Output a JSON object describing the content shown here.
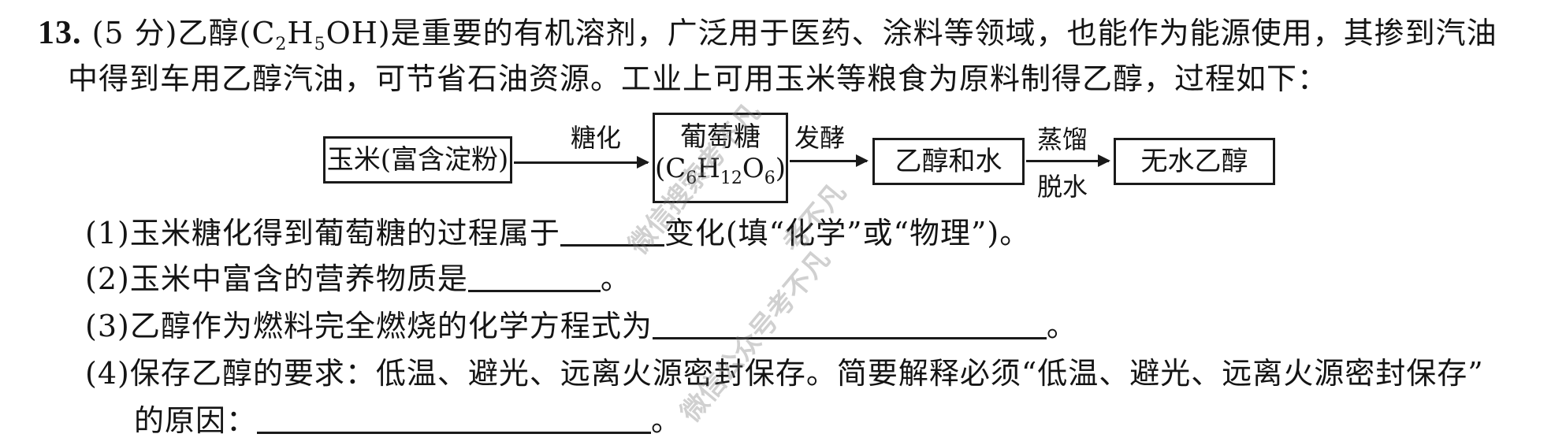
{
  "question": {
    "number": "13.",
    "score": "(5 分)",
    "intro_line1_a": "乙醇(C",
    "intro_sub1": "2",
    "intro_line1_b": "H",
    "intro_sub2": "5",
    "intro_line1_c": "OH)是重要的有机溶剂，广泛用于医药、涂料等领域，也能作为能源使用，其掺到汽油",
    "intro_line2": "中得到车用乙醇汽油，可节省石油资源。工业上可用玉米等粮食为原料制得乙醇，过程如下："
  },
  "diagram": {
    "boxes": [
      {
        "label": "玉米(富含淀粉)"
      },
      {
        "label": "葡萄糖",
        "formula_a": "(C",
        "formula_sub1": "6",
        "formula_b": "H",
        "formula_sub2": "12",
        "formula_c": "O",
        "formula_sub3": "6",
        "formula_d": ")"
      },
      {
        "label": "乙醇和水"
      },
      {
        "label": "无水乙醇"
      }
    ],
    "arrows": [
      {
        "top_label": "糖化",
        "bottom_label": ""
      },
      {
        "top_label": "发酵",
        "bottom_label": ""
      },
      {
        "top_label": "蒸馏",
        "bottom_label": "脱水"
      }
    ]
  },
  "sub_questions": [
    {
      "prefix": "(1)玉米糖化得到葡萄糖的过程属于",
      "suffix": "变化(填“化学”或“物理”)。"
    },
    {
      "prefix": "(2)玉米中富含的营养物质是",
      "suffix": "。"
    },
    {
      "prefix": "(3)乙醇作为燃料完全燃烧的化学方程式为",
      "suffix": "。"
    },
    {
      "prefix": "(4)保存乙醇的要求：低温、避光、远离火源密封保存。简要解释必须“低温、避光、远离火源密封保存”",
      "line2_prefix": "的原因：",
      "suffix": "。"
    }
  ],
  "watermarks": [
    "考不凡",
    "微信搜索考不凡",
    "微信公众号考不凡"
  ]
}
